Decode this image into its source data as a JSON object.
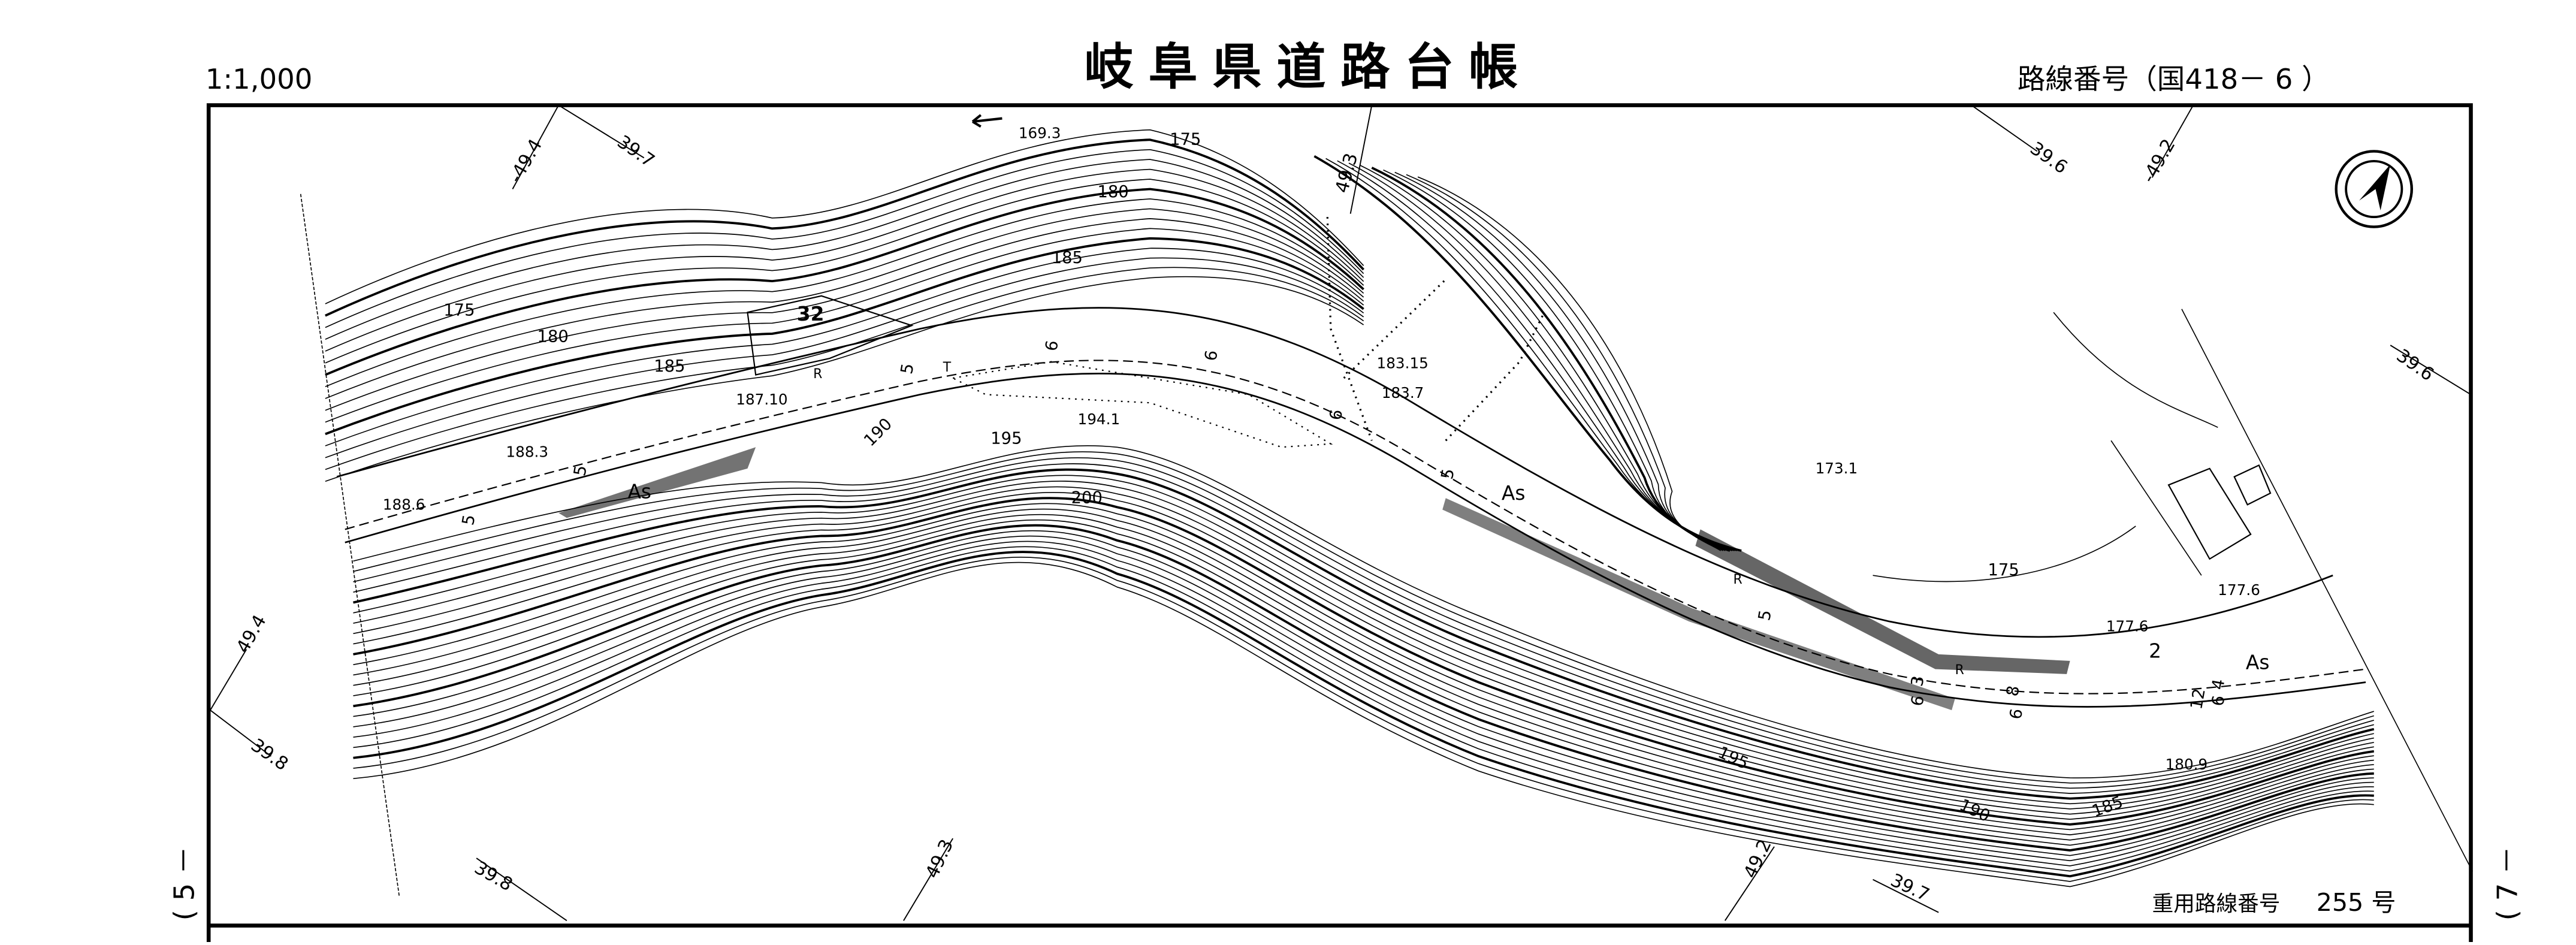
{
  "header": {
    "scale": "1:1,000",
    "title": "岐阜県道路台帳",
    "route_number": "路線番号（国418－ 6 ）"
  },
  "footer": {
    "heavy_route": "重用路線番号",
    "heavy_route_no": "255 号"
  },
  "sheet_edges": {
    "left": "( 5 －",
    "right": "( 7 －"
  },
  "grid_labels": [
    "-49.4",
    "39.7",
    "49.3",
    "39.6",
    "-49.2",
    "39.6",
    "49.4",
    "39.8",
    "39.8",
    "49.3",
    "49.2",
    "39.7"
  ],
  "contour_labels": [
    "175",
    "180",
    "185",
    "175",
    "180",
    "185",
    "190",
    "195",
    "200",
    "175",
    "190",
    "185",
    "195"
  ],
  "spot_heights": [
    "169.3",
    "187.10",
    "188.3",
    "188.6",
    "194.1",
    "183.15",
    "183.7",
    "173.1",
    "177.6",
    "177.6",
    "180.9"
  ],
  "symbols": {
    "pavement": [
      "As",
      "As",
      "As"
    ],
    "width_marks": [
      "5",
      "5",
      "5",
      "6",
      "6",
      "6",
      "5",
      "5",
      "3",
      "6",
      "8",
      "6",
      "12",
      "4",
      "6"
    ],
    "misc": [
      "32",
      "R",
      "R",
      "R",
      "2",
      "T"
    ]
  },
  "north_arrow": "north-arrow"
}
